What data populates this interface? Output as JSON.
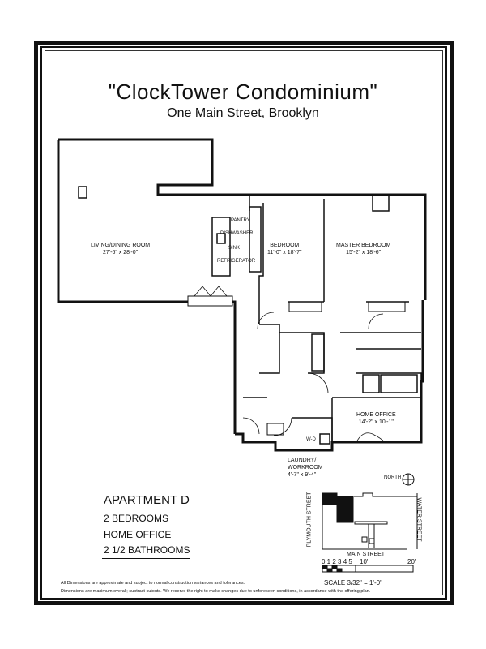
{
  "header": {
    "title": "\"ClockTower Condominium\"",
    "subtitle": "One Main Street, Brooklyn"
  },
  "rooms": {
    "living": {
      "name": "LIVING/DINING ROOM",
      "dims": "27'-6\" x 28'-0\""
    },
    "bedroom": {
      "name": "BEDROOM",
      "dims": "11'-0\" x 18'-7\""
    },
    "master": {
      "name": "MASTER BEDROOM",
      "dims": "15'-2\" x 18'-6\""
    },
    "office": {
      "name": "HOME OFFICE",
      "dims": "14'-2\" x 10'-1\""
    },
    "laundry": {
      "name": "LAUNDRY/",
      "name2": "WORKROOM",
      "dims": "4'-7\" x 9'-4\""
    }
  },
  "kitchen": {
    "pantry": "PANTRY",
    "dishwasher": "DISHWASHER",
    "sink": "SINK",
    "refrigerator": "REFRIGERATOR",
    "wd": "W-D"
  },
  "summary": {
    "title": "APARTMENT D",
    "lines": [
      "2 BEDROOMS",
      "HOME OFFICE",
      "2 1/2 BATHROOMS"
    ]
  },
  "sitemap": {
    "north": "NORTH",
    "left_street": "PLYMOUTH STREET",
    "right_street": "WATER STREET",
    "bottom_street": "MAIN STREET"
  },
  "scale": {
    "ticks": "0 1 2 3 4 5",
    "t10": "10'",
    "t20": "20'",
    "label": "SCALE 3/32\" = 1'-0\""
  },
  "footer": {
    "line1": "All Dimensions are approximate and subject to normal construction variances and tolerances.",
    "line2": "Dimensions are maximum overall; subtract cutouts.  We reserve the right to make changes due to unforeseen conditions, in accordance with the offering plan."
  }
}
